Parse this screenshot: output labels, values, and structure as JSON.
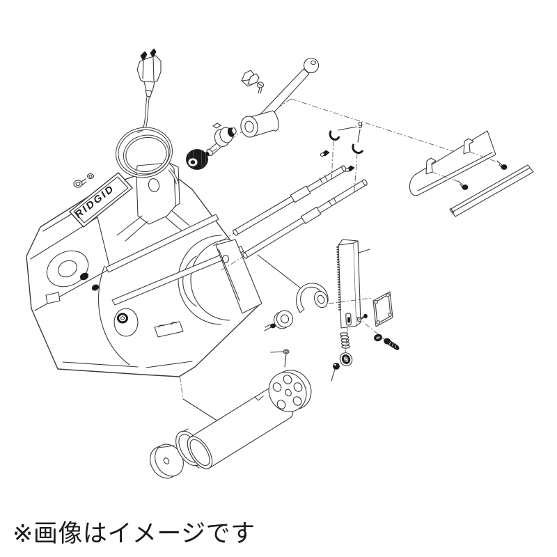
{
  "page": {
    "background": "#ffffff"
  },
  "diagram": {
    "kind": "exploded parts diagram",
    "line_color": "#3a3a3a",
    "dark_fill": "#1a1a1a"
  },
  "machine": {
    "brand": "RIDGID"
  },
  "labels": {
    "part_9": "9"
  },
  "caption": {
    "text": "※画像はイメージです",
    "color": "#1a1a1a"
  }
}
